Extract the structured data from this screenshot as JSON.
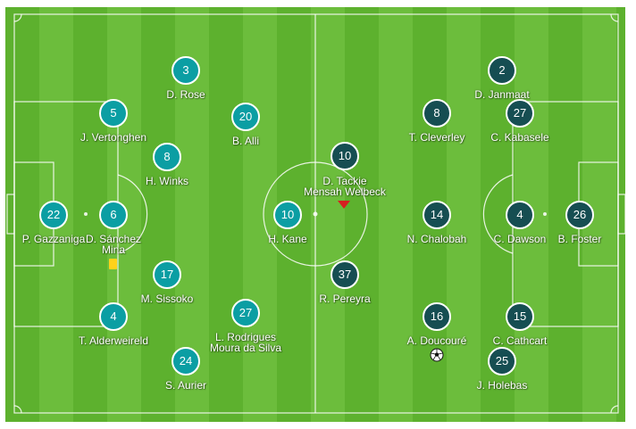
{
  "colors": {
    "home_team": "#0b9ea3",
    "away_team": "#164e52",
    "pitch_light": "#6cbd3c",
    "pitch_dark": "#5db12e",
    "line": "#ffffff",
    "yellow_card": "#ffd21a",
    "sub_arrow": "#d62020"
  },
  "home": {
    "players": [
      {
        "number": "22",
        "name": "P. Gazzaniga"
      },
      {
        "number": "6",
        "name": "D. Sánchez",
        "name2": "Mina",
        "yellow_card": true
      },
      {
        "number": "5",
        "name": "J. Vertonghen"
      },
      {
        "number": "4",
        "name": "T. Alderweireld"
      },
      {
        "number": "3",
        "name": "D. Rose"
      },
      {
        "number": "24",
        "name": "S. Aurier"
      },
      {
        "number": "8",
        "name": "H. Winks"
      },
      {
        "number": "17",
        "name": "M. Sissoko"
      },
      {
        "number": "20",
        "name": "B. Alli"
      },
      {
        "number": "27",
        "name": "L. Rodrigues",
        "name2": "Moura da Silva"
      },
      {
        "number": "10",
        "name": "H. Kane"
      }
    ]
  },
  "away": {
    "players": [
      {
        "number": "26",
        "name": "B. Foster"
      },
      {
        "number": "4",
        "name": "C. Dawson"
      },
      {
        "number": "27",
        "name": "C. Kabasele"
      },
      {
        "number": "15",
        "name": "C. Cathcart"
      },
      {
        "number": "2",
        "name": "D. Janmaat"
      },
      {
        "number": "25",
        "name": "J. Holebas"
      },
      {
        "number": "8",
        "name": "T. Cleverley"
      },
      {
        "number": "14",
        "name": "N. Chalobah"
      },
      {
        "number": "16",
        "name": "A. Doucouré",
        "ball_icon": "football-icon"
      },
      {
        "number": "10",
        "name": "D. Tackie",
        "name2": "Mensah Welbeck",
        "sub_icon": "substitution-arrow-icon"
      },
      {
        "number": "37",
        "name": "R. Pereyra"
      }
    ]
  }
}
